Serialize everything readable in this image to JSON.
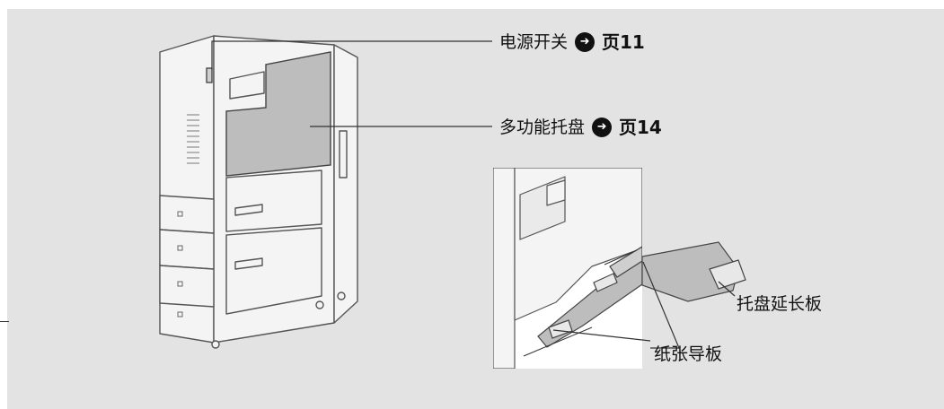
{
  "callouts": {
    "power": {
      "label": "电源开关",
      "page": "页11",
      "arrow_icon": "circled-right-arrow-icon"
    },
    "tray": {
      "label": "多功能托盘",
      "page": "页14",
      "arrow_icon": "circled-right-arrow-icon"
    }
  },
  "labels": {
    "extension": "托盘延长板",
    "guides": "纸张导板"
  },
  "colors": {
    "panel_bg": "#e3e3e3",
    "line": "#333333",
    "highlight": "#bdbdbd"
  }
}
